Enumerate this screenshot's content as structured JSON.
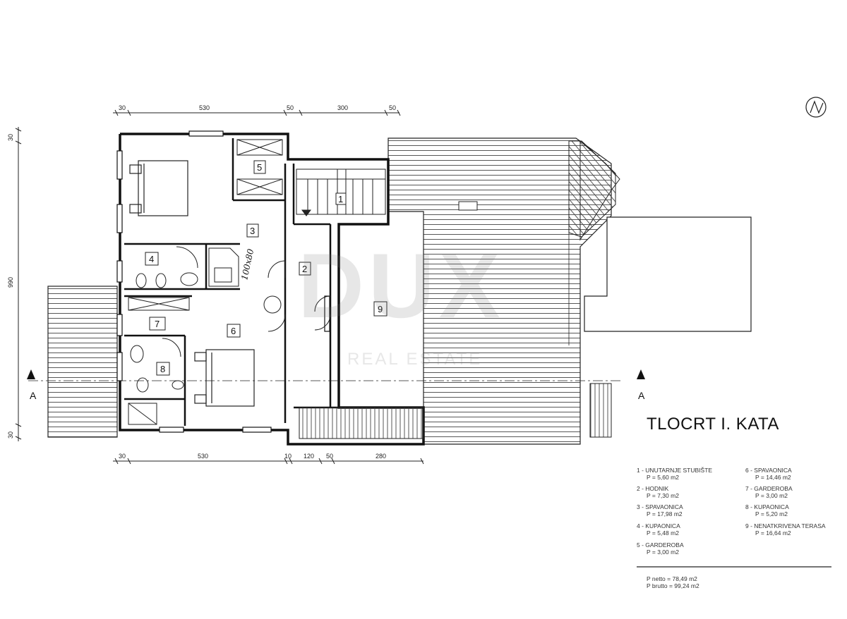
{
  "plan_title": "TLOCRT I. KATA",
  "dimensions": {
    "top": [
      "30",
      "530",
      "50",
      "300",
      "50"
    ],
    "bottom": [
      "30",
      "530",
      "10",
      "120",
      "50",
      "280"
    ],
    "left": [
      "30",
      "990",
      "30"
    ]
  },
  "section_mark": "A",
  "handwritten_note": "100x80",
  "watermark": {
    "main": "DUX",
    "sub": "REAL ESTATE"
  },
  "rooms": [
    {
      "num": "1",
      "name": "UNUTARNJE STUBIŠTE",
      "area": "P = 5,60 m2"
    },
    {
      "num": "2",
      "name": "HODNIK",
      "area": "P = 7,30 m2"
    },
    {
      "num": "3",
      "name": "SPAVAONICA",
      "area": "P = 17,98 m2"
    },
    {
      "num": "4",
      "name": "KUPAONICA",
      "area": "P = 5,48 m2"
    },
    {
      "num": "5",
      "name": "GARDEROBA",
      "area": "P = 3,00 m2"
    },
    {
      "num": "6",
      "name": "SPAVAONICA",
      "area": "P = 14,46 m2"
    },
    {
      "num": "7",
      "name": "GARDEROBA",
      "area": "P = 3,00 m2"
    },
    {
      "num": "8",
      "name": "KUPAONICA",
      "area": "P = 5,20 m2"
    },
    {
      "num": "9",
      "name": "NENATKRIVENA TERASA",
      "area": "P = 16,64 m2"
    }
  ],
  "totals": {
    "net": "P netto = 78,49 m2",
    "gross": "P brutto = 99,24 m2"
  }
}
